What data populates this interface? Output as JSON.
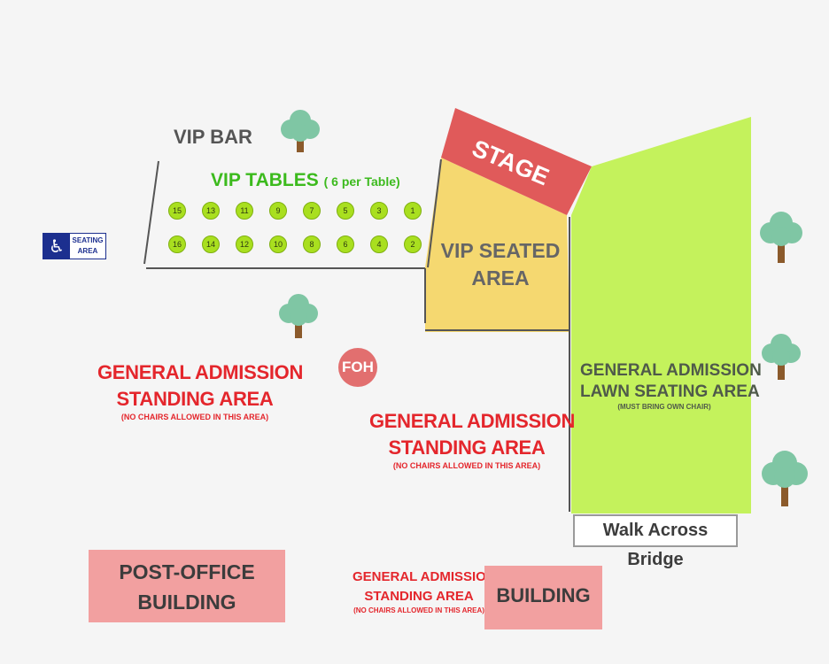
{
  "labels": {
    "vip_bar": "VIP BAR",
    "vip_tables": "VIP TABLES",
    "vip_tables_note": "( 6 per Table)",
    "stage": "STAGE",
    "vip_seated_1": "VIP SEATED",
    "vip_seated_2": "AREA",
    "ga_left_1": "GENERAL ADMISSION",
    "ga_left_2": "STANDING AREA",
    "ga_left_note": "(NO CHAIRS ALLOWED IN THIS AREA)",
    "ga_center_1": "GENERAL ADMISSION",
    "ga_center_2": "STANDING AREA",
    "ga_center_note": "(NO CHAIRS ALLOWED IN THIS AREA)",
    "ga_bottom_1": "GENERAL ADMISSION",
    "ga_bottom_2": "STANDING AREA",
    "ga_bottom_note": "(NO CHAIRS ALLOWED IN THIS AREA)",
    "lawn_1": "GENERAL ADMISSION",
    "lawn_2": "LAWN SEATING AREA",
    "lawn_note": "(MUST BRING OWN CHAIR)",
    "foh": "FOH",
    "bridge": "Walk Across Bridge",
    "post_office_1": "POST-OFFICE",
    "post_office_2": "BUILDING",
    "building": "BUILDING",
    "accessible_1": "SEATING",
    "accessible_2": "AREA"
  },
  "tables_top": [
    "15",
    "13",
    "11",
    "9",
    "7",
    "5",
    "3",
    "1"
  ],
  "tables_bottom": [
    "16",
    "14",
    "12",
    "10",
    "8",
    "6",
    "4",
    "2"
  ],
  "icons": {
    "accessible": "wheelchair-icon",
    "tree": "tree-icon"
  },
  "colors": {
    "stage": "#e05a5a",
    "vip_seated": "#f5d870",
    "lawn": "#c4f25c",
    "tables": "#a9df1f",
    "ga_text": "#e4262c",
    "buildings": "#f2a0a0",
    "foh": "#e26f6f",
    "accessible": "#1c2f8f"
  }
}
